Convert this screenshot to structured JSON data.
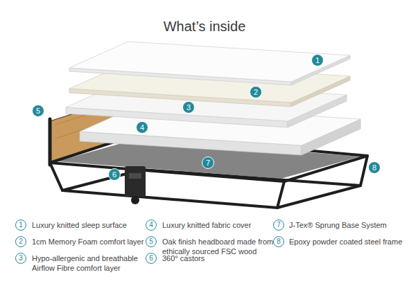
{
  "diagram": {
    "title": "What’s inside",
    "labels": [
      "1",
      "2",
      "3",
      "5",
      "4",
      "7",
      "8",
      "6",
      "1",
      "4",
      "7",
      "2",
      "5",
      "8",
      "3",
      "6"
    ],
    "legend": [
      {
        "text": "Luxury knitted sleep surface"
      },
      {
        "text": "Luxury knitted fabric cover"
      },
      {
        "text": "J-Tex® Sprung Base System"
      },
      {
        "text": "1cm Memory Foam comfort layer"
      },
      {
        "text": "Oak finish headboard made from ethically sourced FSC wood"
      },
      {
        "text": "Epoxy powder coated steel frame"
      },
      {
        "text": "Hypo-allergenic and breathable Airflow Fibre comfort layer"
      },
      {
        "text": "360° castors"
      }
    ]
  }
}
